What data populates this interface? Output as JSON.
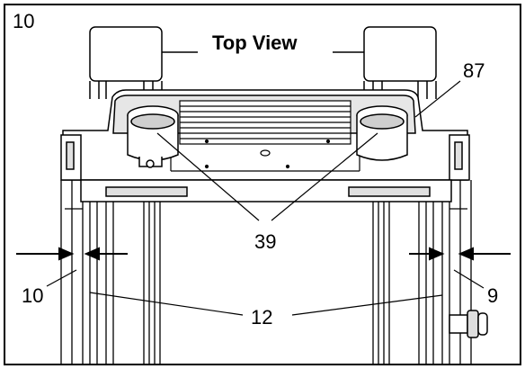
{
  "step_number": "10",
  "title": "Top View",
  "callouts": {
    "part_87": "87",
    "part_39": "39",
    "part_10": "10",
    "part_9": "9",
    "part_12": "12"
  },
  "colors": {
    "ink": "#000000",
    "paper": "#ffffff",
    "shade": "#d8d8d8"
  }
}
